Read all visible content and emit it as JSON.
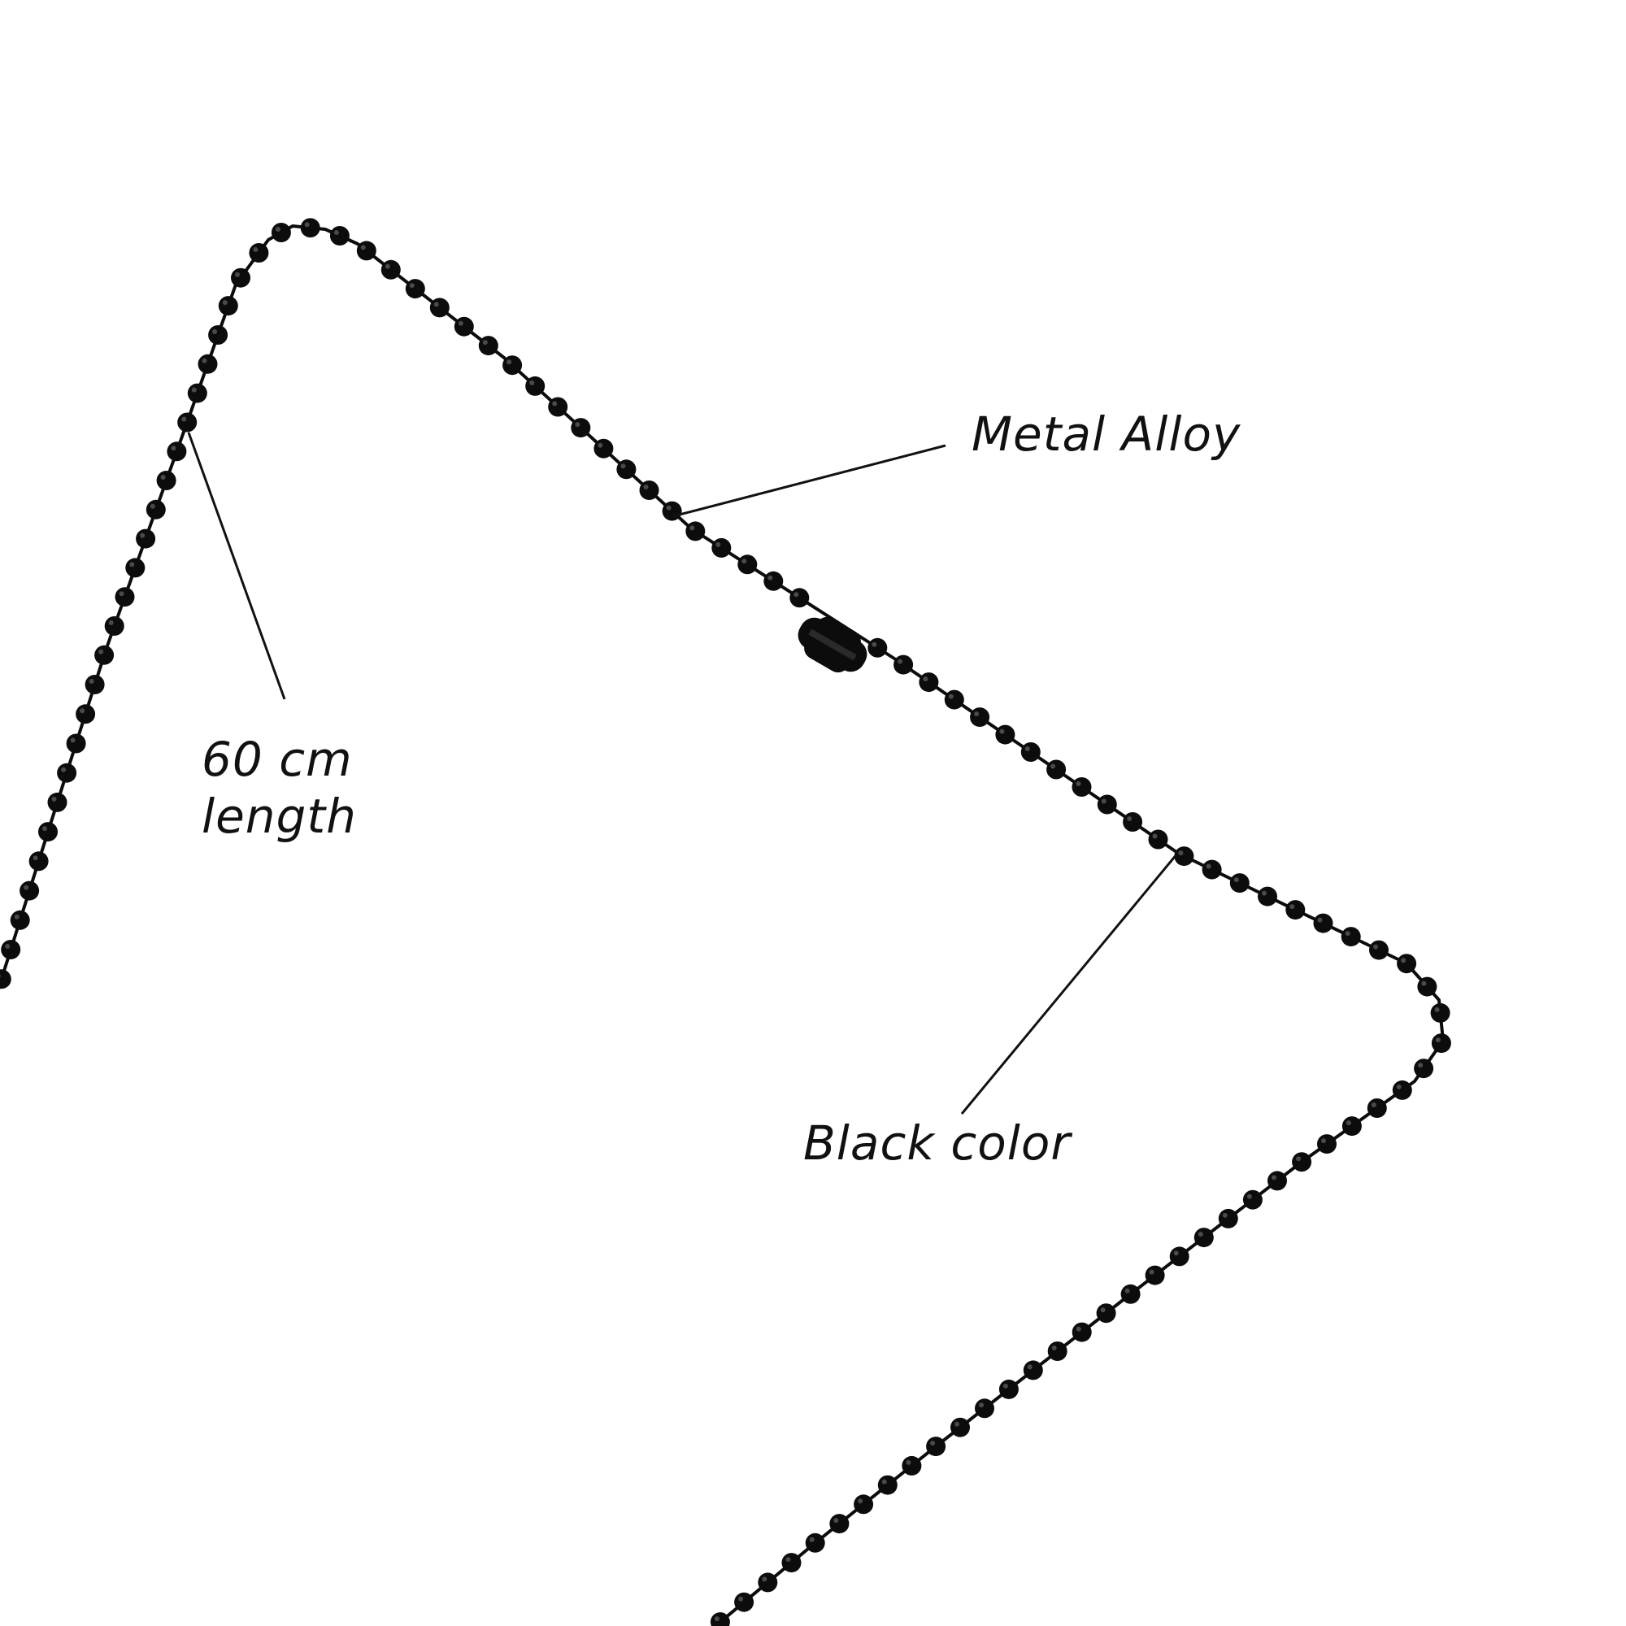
{
  "labels": {
    "metal": "Metal Alloy",
    "length_line1": "60 cm",
    "length_line2": "length",
    "color": "Black color"
  },
  "colors": {
    "background": "#ffffff",
    "chain": "#0c0c0c",
    "text": "#111111",
    "callout_line": "#111111"
  }
}
